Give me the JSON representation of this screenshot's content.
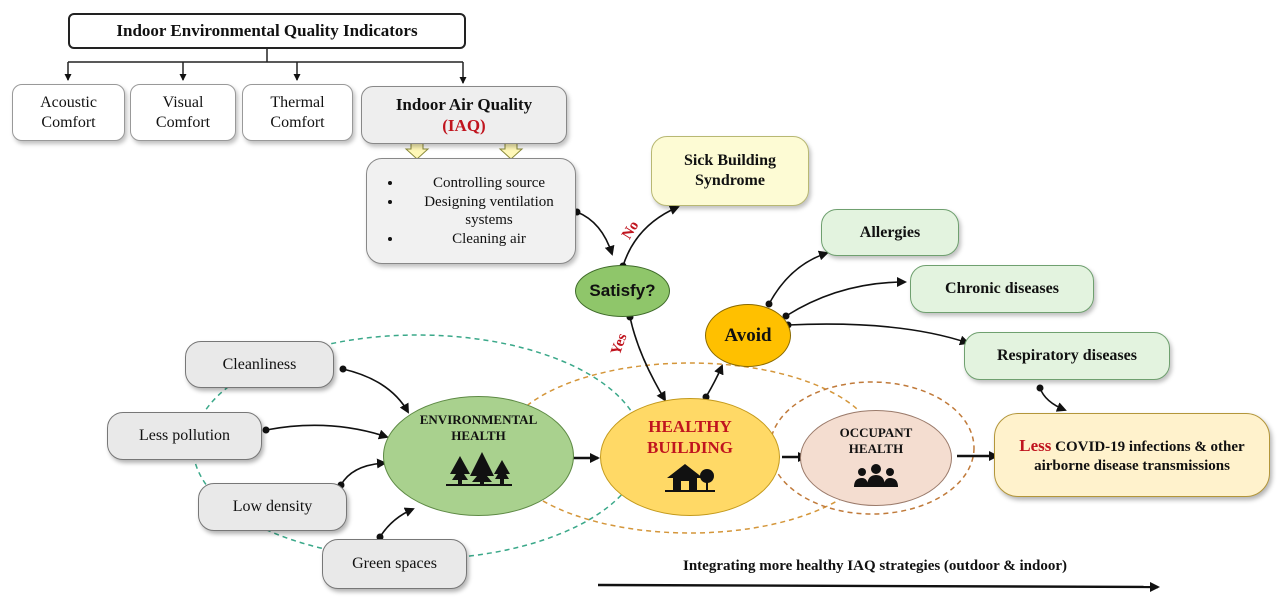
{
  "title": "Indoor Environmental Quality Indicators",
  "ieq": {
    "acoustic": [
      "Acoustic",
      "Comfort"
    ],
    "visual": [
      "Visual",
      "Comfort"
    ],
    "thermal": [
      "Thermal",
      "Comfort"
    ]
  },
  "iaq": {
    "title": "Indoor Air Quality",
    "abbr": "(IAQ)"
  },
  "strategies": [
    "Controlling source",
    "Designing ventilation systems",
    "Cleaning air"
  ],
  "sick_building": [
    "Sick Building",
    "Syndrome"
  ],
  "satisfy": "Satisfy?",
  "no_label": "No",
  "yes_label": "Yes",
  "avoid": "Avoid",
  "diseases": [
    "Allergies",
    "Chronic diseases",
    "Respiratory diseases"
  ],
  "factors": [
    "Cleanliness",
    "Less pollution",
    "Low density",
    "Green spaces"
  ],
  "environmental_health": [
    "ENVIRONMENTAL",
    "HEALTH"
  ],
  "healthy_building": [
    "HEALTHY",
    "BUILDING"
  ],
  "occupant_health": [
    "OCCUPANT",
    "HEALTH"
  ],
  "outcome": {
    "lead": "Less",
    "rest": "COVID-19 infections & other airborne disease transmissions"
  },
  "bottom_label": "Integrating more healthy IAQ strategies (outdoor & indoor)",
  "colors": {
    "environmental": "#a9d18e",
    "healthy": "#ffd966",
    "occupant": "#f4ddd0",
    "avoid": "#ffc000",
    "accent_red": "#c0141e"
  }
}
